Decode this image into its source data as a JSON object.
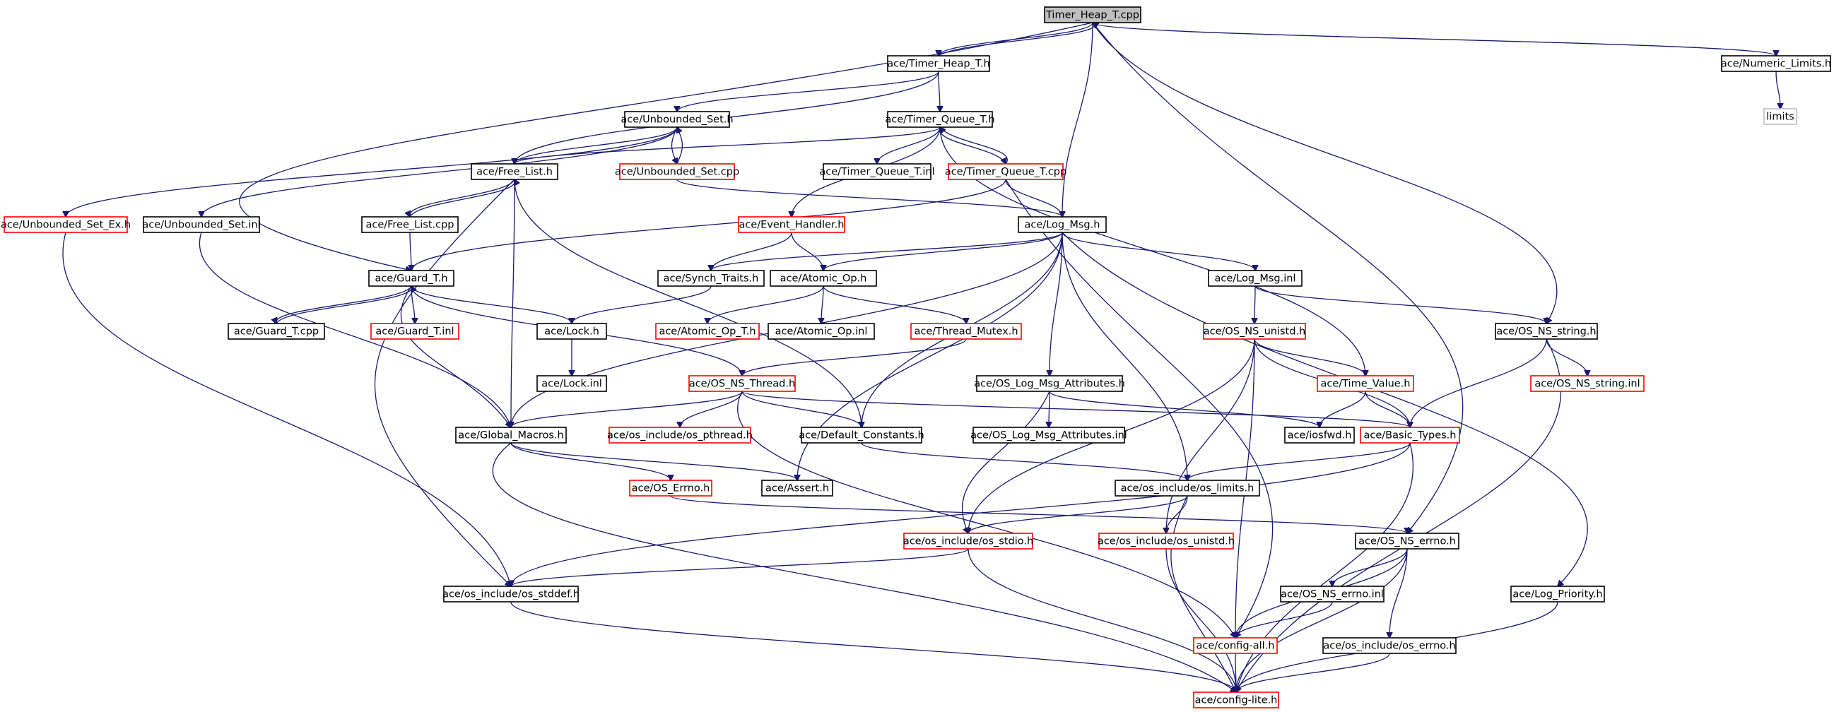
{
  "graph": {
    "root": "Timer_Heap_T.cpp",
    "colors": {
      "edge": "#191970",
      "documented_border": "#000000",
      "undocumented_border": "#ff0000",
      "external_border": "#bfbfbf",
      "root_fill": "#bfbfbf"
    },
    "nodes": [
      {
        "id": "root",
        "label": "Timer_Heap_T.cpp",
        "style": "root"
      },
      {
        "id": "heapTh",
        "label": "ace/Timer_Heap_T.h",
        "style": "black"
      },
      {
        "id": "numlim",
        "label": "ace/Numeric_Limits.h",
        "style": "black"
      },
      {
        "id": "limits",
        "label": "limits",
        "style": "gray"
      },
      {
        "id": "unbset",
        "label": "ace/Unbounded_Set.h",
        "style": "black"
      },
      {
        "id": "tqth",
        "label": "ace/Timer_Queue_T.h",
        "style": "black"
      },
      {
        "id": "freelist",
        "label": "ace/Free_List.h",
        "style": "black"
      },
      {
        "id": "unbsetcpp",
        "label": "ace/Unbounded_Set.cpp",
        "style": "red"
      },
      {
        "id": "tqtinl",
        "label": "ace/Timer_Queue_T.inl",
        "style": "black"
      },
      {
        "id": "tqtcpp",
        "label": "ace/Timer_Queue_T.cpp",
        "style": "red"
      },
      {
        "id": "unbsetex",
        "label": "ace/Unbounded_Set_Ex.h",
        "style": "red"
      },
      {
        "id": "unbsetinl",
        "label": "ace/Unbounded_Set.inl",
        "style": "black"
      },
      {
        "id": "freelistcpp",
        "label": "ace/Free_List.cpp",
        "style": "black"
      },
      {
        "id": "evhandler",
        "label": "ace/Event_Handler.h",
        "style": "red"
      },
      {
        "id": "logmsg",
        "label": "ace/Log_Msg.h",
        "style": "black"
      },
      {
        "id": "guardth",
        "label": "ace/Guard_T.h",
        "style": "black"
      },
      {
        "id": "synch",
        "label": "ace/Synch_Traits.h",
        "style": "black"
      },
      {
        "id": "atomic",
        "label": "ace/Atomic_Op.h",
        "style": "black"
      },
      {
        "id": "logmsginl",
        "label": "ace/Log_Msg.inl",
        "style": "black"
      },
      {
        "id": "osnsstring",
        "label": "ace/OS_NS_string.h",
        "style": "black"
      },
      {
        "id": "guardtcpp",
        "label": "ace/Guard_T.cpp",
        "style": "black"
      },
      {
        "id": "guardtinl",
        "label": "ace/Guard_T.inl",
        "style": "red"
      },
      {
        "id": "lockh",
        "label": "ace/Lock.h",
        "style": "black"
      },
      {
        "id": "atomicT",
        "label": "ace/Atomic_Op_T.h",
        "style": "red"
      },
      {
        "id": "atomicinl",
        "label": "ace/Atomic_Op.inl",
        "style": "black"
      },
      {
        "id": "threadmutex",
        "label": "ace/Thread_Mutex.h",
        "style": "red"
      },
      {
        "id": "osnsunistd",
        "label": "ace/OS_NS_unistd.h",
        "style": "red"
      },
      {
        "id": "osnsstringinl",
        "label": "ace/OS_NS_string.inl",
        "style": "red"
      },
      {
        "id": "lockinl",
        "label": "ace/Lock.inl",
        "style": "black"
      },
      {
        "id": "osnsthread",
        "label": "ace/OS_NS_Thread.h",
        "style": "red"
      },
      {
        "id": "oslogmsgattr",
        "label": "ace/OS_Log_Msg_Attributes.h",
        "style": "black"
      },
      {
        "id": "timevalue",
        "label": "ace/Time_Value.h",
        "style": "red"
      },
      {
        "id": "globalmacros",
        "label": "ace/Global_Macros.h",
        "style": "black"
      },
      {
        "id": "ospthread",
        "label": "ace/os_include/os_pthread.h",
        "style": "red"
      },
      {
        "id": "defconst",
        "label": "ace/Default_Constants.h",
        "style": "black"
      },
      {
        "id": "oslogmsgattrinl",
        "label": "ace/OS_Log_Msg_Attributes.inl",
        "style": "black"
      },
      {
        "id": "iosfwd",
        "label": "ace/iosfwd.h",
        "style": "black"
      },
      {
        "id": "basictypes",
        "label": "ace/Basic_Types.h",
        "style": "red"
      },
      {
        "id": "oserrno",
        "label": "ace/OS_Errno.h",
        "style": "red"
      },
      {
        "id": "assert",
        "label": "ace/Assert.h",
        "style": "black"
      },
      {
        "id": "oslimits",
        "label": "ace/os_include/os_limits.h",
        "style": "black"
      },
      {
        "id": "osstdio",
        "label": "ace/os_include/os_stdio.h",
        "style": "red"
      },
      {
        "id": "osunistd",
        "label": "ace/os_include/os_unistd.h",
        "style": "red"
      },
      {
        "id": "osnserrno",
        "label": "ace/OS_NS_errno.h",
        "style": "black"
      },
      {
        "id": "osstddef",
        "label": "ace/os_include/os_stddef.h",
        "style": "black"
      },
      {
        "id": "osnserrnoinl",
        "label": "ace/OS_NS_errno.inl",
        "style": "black"
      },
      {
        "id": "logpriority",
        "label": "ace/Log_Priority.h",
        "style": "black"
      },
      {
        "id": "configall",
        "label": "ace/config-all.h",
        "style": "red"
      },
      {
        "id": "oserrnoh",
        "label": "ace/os_include/os_errno.h",
        "style": "black"
      },
      {
        "id": "configlite",
        "label": "ace/config-lite.h",
        "style": "red"
      }
    ]
  }
}
